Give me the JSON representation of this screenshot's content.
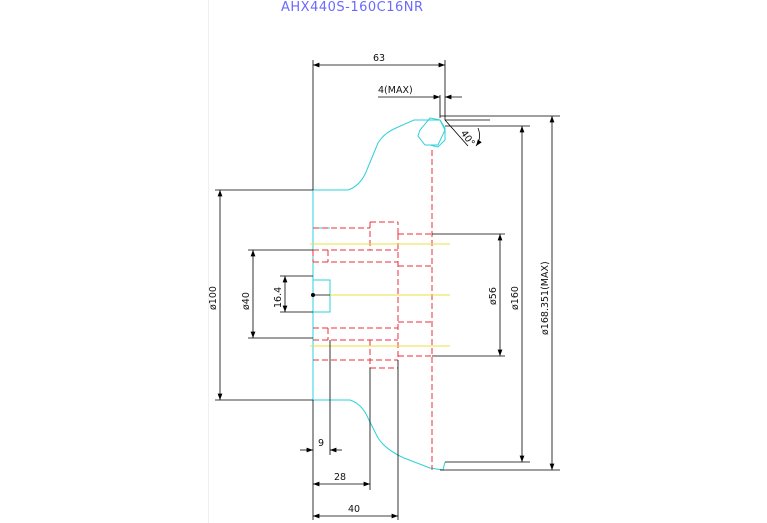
{
  "title": "AHX440S-160C16NR",
  "dimensions": {
    "overall_length": "63",
    "hub_offset": "4(MAX)",
    "tooth_angle": "40°",
    "dia_100": "ø100",
    "dia_40": "ø40",
    "keyway": "16.4",
    "dia_56": "ø56",
    "dia_160": "ø160",
    "dia_168": "ø168.351(MAX)",
    "len_9": "9",
    "len_28": "28",
    "len_40": "40"
  },
  "colors": {
    "outline": "#2fd0d8",
    "hidden": "#e8323c",
    "center": "#e8e040",
    "dimension": "#000000",
    "title": "#6a6aff"
  }
}
